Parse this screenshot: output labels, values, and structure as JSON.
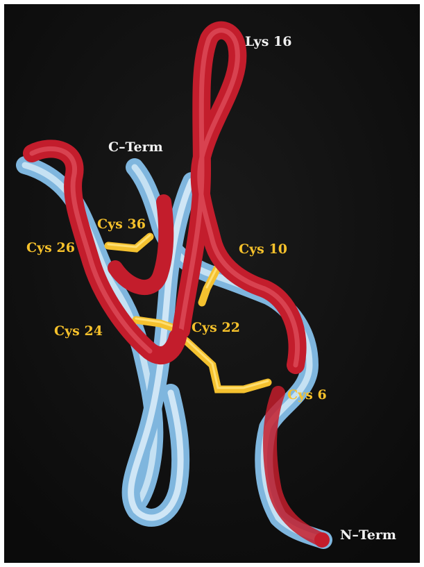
{
  "figure": {
    "title": "",
    "colors": {
      "background": "#0f0f0f",
      "ribbon_red": "#c81f2e",
      "ribbon_blue": "#8fc3e6",
      "disulfide_yellow": "#f4c12f",
      "terminus_label": "#f2f2f2",
      "cysteine_label": "#f6c12b"
    },
    "labels": {
      "lys16": "Lys 16",
      "c_term": "C–Term",
      "cys36": "Cys 36",
      "cys26": "Cys 26",
      "cys10": "Cys 10",
      "cys24": "Cys 24",
      "cys22": "Cys 22",
      "cys6": "Cys 6",
      "n_term": "N–Term"
    }
  }
}
